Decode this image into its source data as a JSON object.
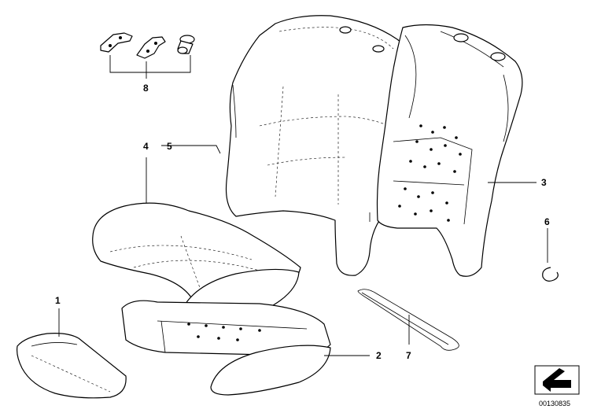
{
  "diagram": {
    "callouts": [
      {
        "id": "c1",
        "text": "1"
      },
      {
        "id": "c2",
        "text": "2"
      },
      {
        "id": "c3",
        "text": "3"
      },
      {
        "id": "c4",
        "text": "4"
      },
      {
        "id": "c5",
        "text": "5"
      },
      {
        "id": "c6",
        "text": "6"
      },
      {
        "id": "c7",
        "text": "7"
      },
      {
        "id": "c8",
        "text": "8"
      }
    ],
    "catalog_number": "00130835",
    "colors": {
      "line": "#000000",
      "background": "#ffffff"
    },
    "icons": {
      "corner": "arrow-down-left-icon"
    }
  }
}
